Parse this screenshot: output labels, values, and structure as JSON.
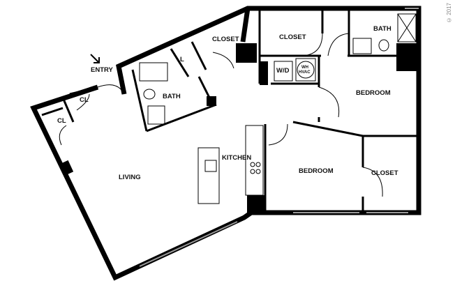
{
  "plan": {
    "labels": {
      "entry": "ENTRY",
      "closet_top_left": "CLOSET",
      "closet_top": "CLOSET",
      "bath_top_right": "BATH",
      "linen": "L",
      "bath_left": "BATH",
      "cl_1": "CL",
      "cl_2": "CL",
      "washer_dryer": "W/D",
      "wh": "WH",
      "hvac": "HVAC",
      "bedroom_1": "BEDROOM",
      "kitchen": "KITCHEN",
      "living": "LIVING",
      "bedroom_2": "BEDROOM",
      "closet_right": "CLOSET"
    },
    "copyright": "© 2017",
    "colors": {
      "wall": "#000000",
      "window": "#999999",
      "background": "#ffffff"
    }
  }
}
